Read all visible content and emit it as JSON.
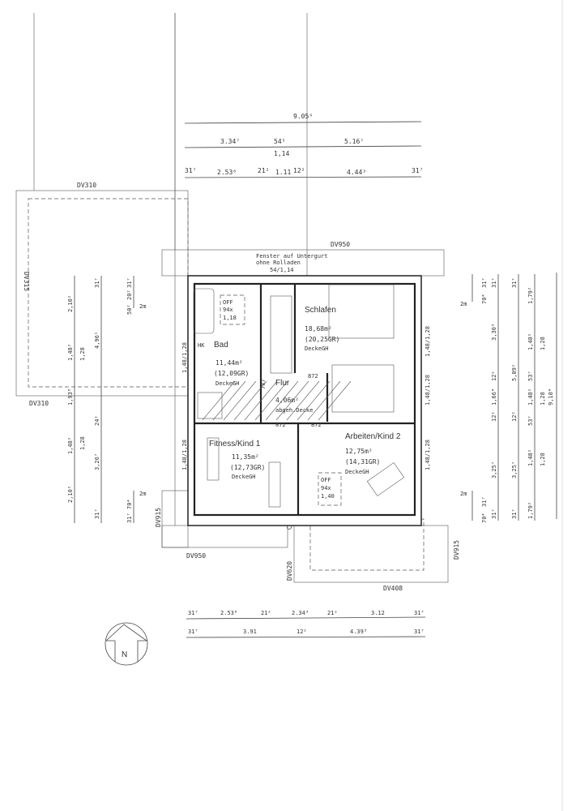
{
  "dims_top": {
    "total": "9.05⁹",
    "a": "3.34⁷",
    "b": "54⁵",
    "b2": "1,14",
    "c": "5.16⁷",
    "r1": "31⁷",
    "r2": "2.53⁸",
    "r3": "21²",
    "r4": "1.11",
    "r5": "12²",
    "r6": "4.44³",
    "r7": "31⁷"
  },
  "roofs": {
    "top": "DV950",
    "left_top": "DV310",
    "left_side": "DV315",
    "left_bottom": "DV310",
    "left_low": "DV915",
    "bottom_left": "DV950",
    "bottom_mid": "DV620",
    "bottom_right": "DV408",
    "right_low": "DV915"
  },
  "window_note": {
    "line1": "Fenster auf Untergurt",
    "line2": "ohne Rolladen",
    "line3": "54/1,14"
  },
  "rooms": {
    "bad": {
      "name": "Bad",
      "area": "11,44m²",
      "gr": "(12,09GR)",
      "ceiling": "DeckeGH",
      "hk": "HK"
    },
    "flur": {
      "name": "Flur",
      "area": "4,06m²",
      "ceiling": "abgeh.Decke"
    },
    "schlafen": {
      "name": "Schlafen",
      "area": "18,68m²",
      "gr": "(20,25GR)",
      "ceiling": "DeckeGH"
    },
    "fitness": {
      "name": "Fitness/Kind 1",
      "area": "11,35m²",
      "gr": "(12,73GR)",
      "ceiling": "DeckeGH"
    },
    "arbeiten": {
      "name": "Arbeiten/Kind 2",
      "area": "12,75m²",
      "gr": "(14,31GR)",
      "ceiling": "DeckeGH"
    }
  },
  "openings": {
    "off1": [
      "OFF",
      "94x",
      "1,18"
    ],
    "off2": [
      "OFF",
      "94x",
      "1,40"
    ],
    "door": "872",
    "door_bad": "7x7",
    "win": "1,48/1,28",
    "win_mark": "2m"
  },
  "dims_left": {
    "a": [
      "2,10²",
      "1,48²",
      "1,93⁸",
      "1,48²",
      "2,10²"
    ],
    "a_sub": [
      "1,28",
      "1,28"
    ],
    "b": [
      "31⁷",
      "4,96¹",
      "24²",
      "3,26⁷",
      "31⁷"
    ],
    "c": [
      "31⁷",
      "20²",
      "50²",
      "70⁴",
      "31⁷"
    ]
  },
  "dims_right": {
    "a": [
      "31⁷",
      "70⁴",
      "31⁷",
      "70⁴"
    ],
    "b": [
      "31⁷",
      "3,30³",
      "12²",
      "1,66⁴",
      "12²",
      "3,25⁷",
      "31⁷"
    ],
    "c": [
      "31⁷",
      "5,09¹",
      "12²",
      "3,25⁷",
      "31⁷"
    ],
    "d": [
      "1,79²",
      "1,48²",
      "53⁷",
      "1,48²",
      "53⁷",
      "1,48²",
      "1,79²"
    ],
    "d_sub": [
      "1,28",
      "1,28",
      "1,28"
    ],
    "total": "9,10⁴"
  },
  "dims_bottom": {
    "r1": [
      "31⁷",
      "2.53⁸",
      "21²",
      "2.34³",
      "21²",
      "3.12",
      "31⁷"
    ],
    "r2": [
      "31⁷",
      "3.91",
      "12²",
      "4.39³",
      "31⁷"
    ]
  },
  "north": "N"
}
